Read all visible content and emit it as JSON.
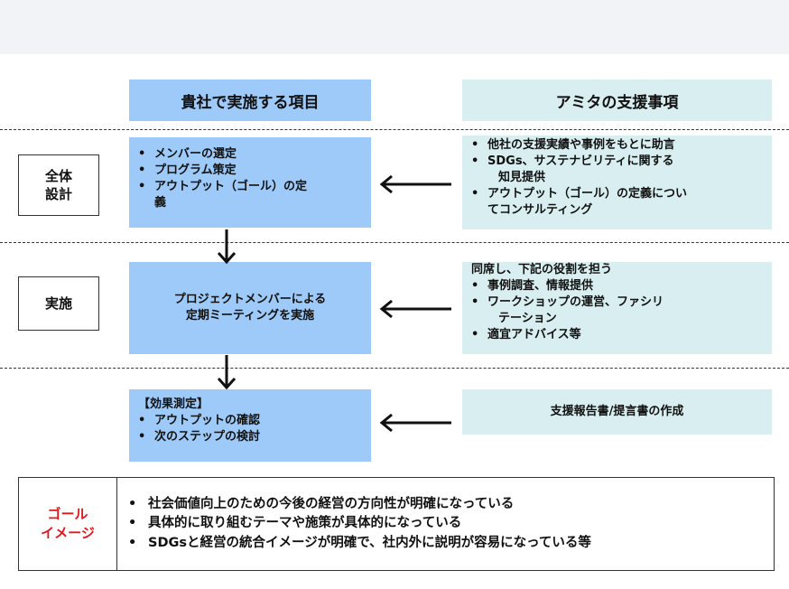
{
  "headers": {
    "left": "貴社で実施する項目",
    "right": "アミタの支援事項"
  },
  "phases": [
    {
      "label_lines": [
        "全体",
        "設計"
      ],
      "left_items": [
        "メンバーの選定",
        "プログラム策定",
        "アウトプット（ゴール）の定",
        "義"
      ],
      "right_items": [
        "他社の支援実績や事例をもとに助言",
        "SDGs、サステナビリティに関する",
        "知見提供",
        "アウトプット（ゴール）の定義につい",
        "てコンサルティング"
      ]
    },
    {
      "label_lines": [
        "実施"
      ],
      "left_lines": [
        "プロジェクトメンバーによる",
        "定期ミーティングを実施"
      ],
      "right_heading": "同席し、下記の役割を担う",
      "right_items": [
        "事例調査、情報提供",
        "ワークショップの運営、ファシリ",
        "テーション",
        "適宜アドバイス等"
      ]
    },
    {
      "left_heading": "【効果測定】",
      "left_items": [
        "アウトプットの確認",
        "次のステップの検討"
      ],
      "right_text": "支援報告書/提言書の作成"
    }
  ],
  "goal": {
    "label_lines": [
      "ゴール",
      "イメージ"
    ],
    "items": [
      "社会価値向上のための今後の経営の方向性が明確になっている",
      "具体的に取り組むテーマや施策が具体的になっている",
      "SDGsと経営の統合イメージが明確で、社内外に説明が容易になっている等"
    ]
  },
  "colors": {
    "left_fill": "#9dcaf8",
    "right_fill": "#d9eef0",
    "goal_label": "#e0191e"
  }
}
